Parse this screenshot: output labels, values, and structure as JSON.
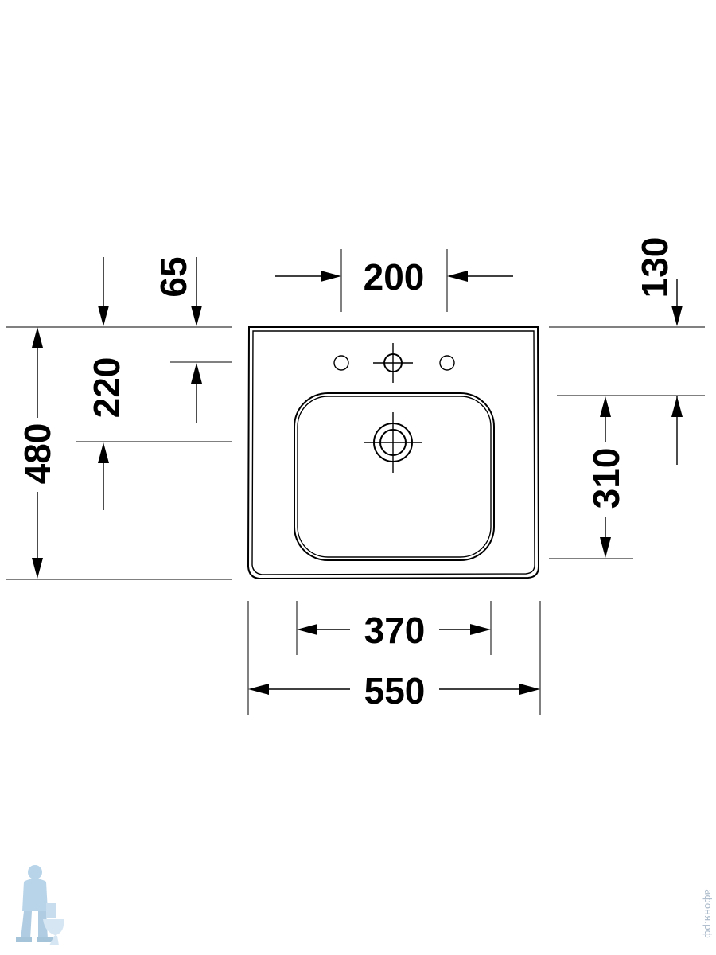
{
  "dimensions": {
    "faucet_spacing": "200",
    "deck_depth": "65",
    "overflow_offset": "130",
    "drain_from_back": "220",
    "total_depth": "480",
    "bowl_depth": "310",
    "bowl_width": "370",
    "total_width": "550"
  },
  "watermark": {
    "site": "афоня.рф"
  },
  "colors": {
    "line": "#000000",
    "background": "#ffffff",
    "watermark": "#a9b9c9",
    "mascot": "#7fb2d8"
  }
}
